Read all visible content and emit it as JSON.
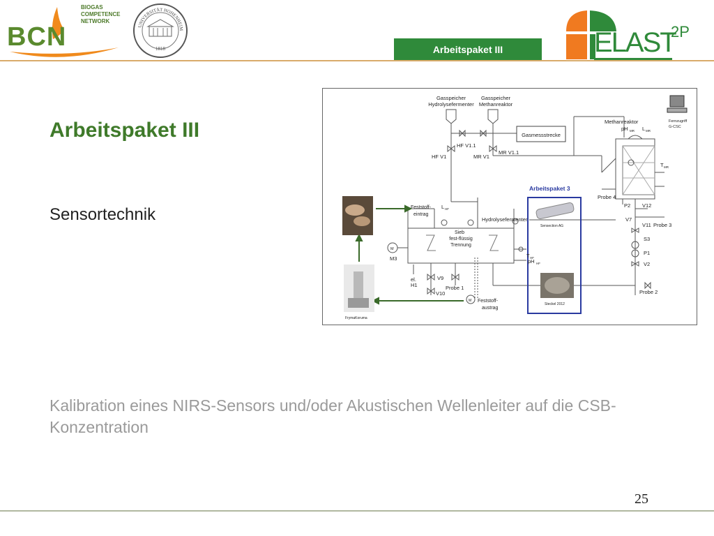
{
  "header": {
    "bcn_logo": {
      "letters": "BCN",
      "lines": [
        "BIOGAS",
        "COMPETENCE",
        "NETWORK"
      ]
    },
    "university_seal": {
      "ring_text": "UNIVERSITÄT HOHENHEIM",
      "year": "1818"
    },
    "tag": "Arbeitspaket III",
    "elast_logo": {
      "text": "ELAST",
      "sup": "2P"
    }
  },
  "slide": {
    "title": "Arbeitspaket III",
    "subtitle": "Sensortechnik",
    "body": "Kalibration eines NIRS-Sensors und/oder Akustischen Wellenleiter auf die CSB-Konzentration",
    "page_number": "25"
  },
  "diagram": {
    "gas_storage_hf": [
      "Gasspeicher",
      "Hydrolysefermenter"
    ],
    "gas_storage_mr": [
      "Gasspeicher",
      "Methanreaktor"
    ],
    "gas_measure": "Gasmessstrecke",
    "hf_v11": "HF V1.1",
    "hf_v1": "HF V1",
    "mr_v11": "MR V1.1",
    "mr_v1": "MR V1",
    "methane_reactor": "Methanreaktor",
    "ph_mr": "pH",
    "ph_mr_sub": "MR",
    "l_mr": "L",
    "l_mr_sub": "MR",
    "remote": [
      "Fernzugriff",
      "G-CSC"
    ],
    "t_mr": "T",
    "t_mr_sub": "MR",
    "ap3_label": "Arbeitspaket 3",
    "probe4": "Probe 4",
    "p2": "P2",
    "v12": "V12",
    "v7": "V7",
    "v11": "V11",
    "probe3": "Probe 3",
    "s3": "S3",
    "p1": "P1",
    "v2": "V2",
    "probe2": "Probe 2",
    "solid_inlet": [
      "Feststoff-",
      "eintrag"
    ],
    "l_hf": "L",
    "l_hf_sub": "HF",
    "hydrolysis_fermenter": "Hydrolysefermenter",
    "sensor1_caption": "Sensection AG",
    "sieve": [
      "Sieb",
      "fest-flüssig",
      "Trennung"
    ],
    "m": "M",
    "m3": "M3",
    "t_hf": "T",
    "t_hf_sub": "HF",
    "ph_hf": "pH",
    "ph_hf_sub": "HF",
    "heater": [
      "el.",
      "H1"
    ],
    "v9": "V9",
    "v10": "V10",
    "probe1": "Probe 1",
    "solid_outlet": [
      "Feststoff-",
      "austrag"
    ],
    "sensor2_caption": "Steckel 2012",
    "mill_caption": "FrymaKoruma"
  }
}
